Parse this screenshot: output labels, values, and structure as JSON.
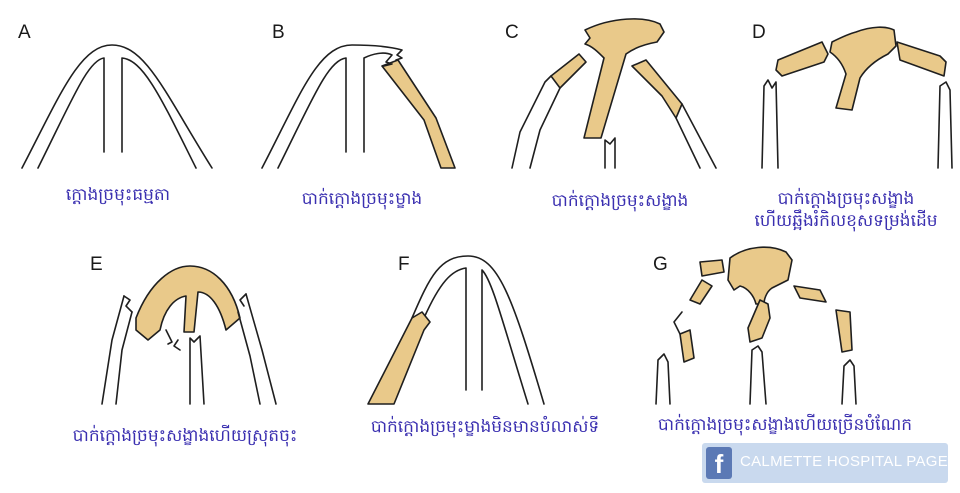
{
  "panels": [
    {
      "letter": "A",
      "caption": "ក្តោងច្រមុះធម្មតា"
    },
    {
      "letter": "B",
      "caption": "បាក់ក្តោងច្រមុះម្ខាង"
    },
    {
      "letter": "C",
      "caption": "បាក់ក្តោងច្រមុះសង្ខាង"
    },
    {
      "letter": "D",
      "caption_line1": "បាក់ក្តោងច្រមុះសង្ខាង",
      "caption_line2": "ហើយឆ្អឹងរំកិលខុសទម្រង់ដើម"
    },
    {
      "letter": "E",
      "caption": "បាក់ក្តោងច្រមុះសង្ខាងហើយស្រុតចុះ"
    },
    {
      "letter": "F",
      "caption": "បាក់ក្តោងច្រមុះម្ខាងមិនមានបំលាស់ទី"
    },
    {
      "letter": "G",
      "caption": "បាក់ក្តោងច្រមុះសង្ខាងហើយច្រើនបំណែក"
    }
  ],
  "watermark": {
    "icon": "facebook-icon",
    "icon_glyph": "f",
    "text": "CALMETTE HOSPITAL PAGE"
  },
  "colors": {
    "fracture_fill": "#e9c98a",
    "outline": "#1f1f1f",
    "caption": "#3a2fb0"
  }
}
